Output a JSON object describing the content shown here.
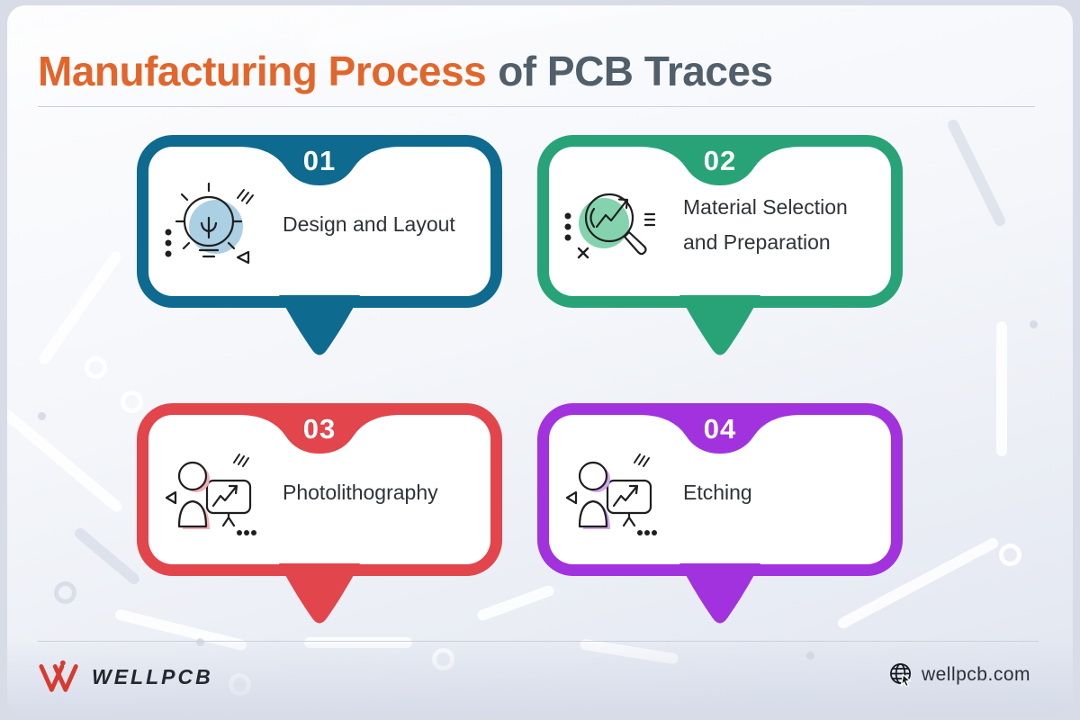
{
  "page": {
    "title": {
      "highlight": "Manufacturing Process",
      "rest": "of PCB Traces"
    },
    "colors": {
      "title_highlight": "#E2662B",
      "title_rest": "#515F6B",
      "background": "#D8DCE6"
    }
  },
  "steps": [
    {
      "number": "01",
      "label": "Design and Layout",
      "color": "#0F6A90",
      "icon": "lightbulb-idea-icon",
      "icon_fill": "#ABCFE3"
    },
    {
      "number": "02",
      "label": "Material Selection and Preparation",
      "color": "#28A377",
      "icon": "magnifier-growth-icon",
      "icon_fill": "#85D3AE"
    },
    {
      "number": "03",
      "label": "Photolithography",
      "color": "#E2454C",
      "icon": "presenter-chart-icon",
      "icon_fill": "#F5AEB2"
    },
    {
      "number": "04",
      "label": "Etching",
      "color": "#A232DE",
      "icon": "presenter-chart-icon",
      "icon_fill": "#D0A6F0"
    }
  ],
  "footer": {
    "brand": "WELLPCB",
    "website": "wellpcb.com"
  }
}
